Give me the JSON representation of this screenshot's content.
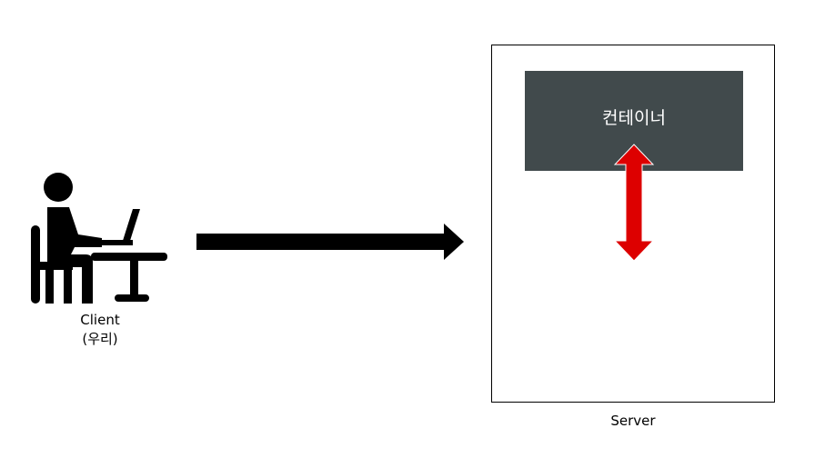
{
  "client": {
    "icon": "person-at-laptop-icon",
    "label_line1": "Client",
    "label_line2": "(우리)"
  },
  "connection": {
    "icon": "arrow-right-icon",
    "color": "#000000"
  },
  "server": {
    "label": "Server",
    "container": {
      "label": "컨테이너",
      "fill_color": "#414a4c",
      "text_color": "#ffffff"
    },
    "io_arrow": {
      "icon": "double-arrow-vertical-icon",
      "color": "#dd0000"
    }
  }
}
